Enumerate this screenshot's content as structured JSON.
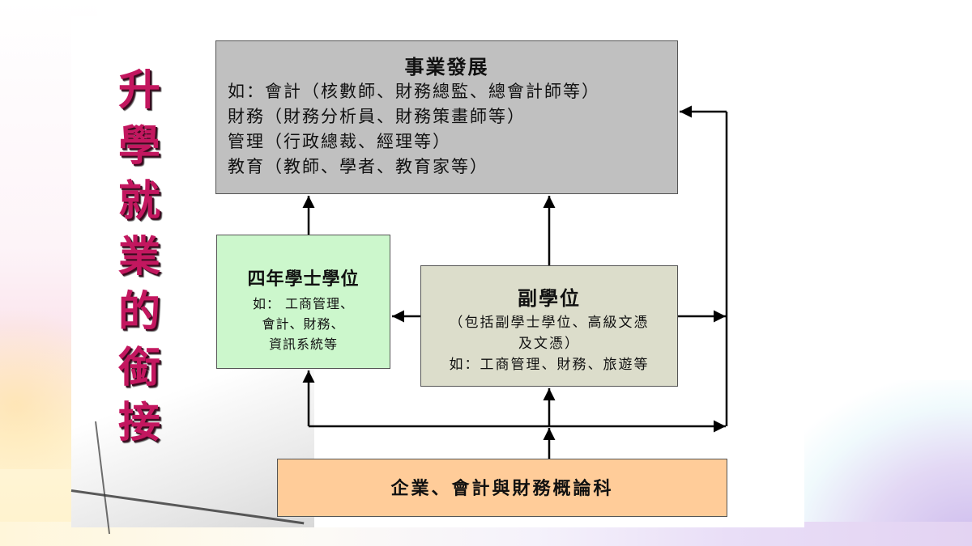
{
  "slide": {
    "vertical_title": [
      "升",
      "學",
      "就",
      "業",
      "的",
      "銜",
      "接"
    ],
    "title_color": "#c3175f"
  },
  "diagram": {
    "career": {
      "title": "事業發展",
      "lines": [
        "如：會計（核數師、財務總監、總會計師等）",
        "財務（財務分析員、財務策畫師等）",
        "管理（行政總裁、經理等）",
        "教育（教師、學者、教育家等）"
      ],
      "fill": "#c0c0c0"
    },
    "bachelor": {
      "title": "四年學士學位",
      "lines": [
        "如： 工商管理、",
        "會計、財務、",
        "資訊系統等"
      ],
      "fill": "#ccf7cc"
    },
    "associate": {
      "title": "副學位",
      "lines": [
        "（包括副學士學位、高級文憑",
        "及文憑）",
        "如：工商管理、財務、旅遊等"
      ],
      "fill": "#dcddcb"
    },
    "subject": {
      "title": "企業、會計與財務概論科",
      "fill": "#ffcc99"
    },
    "edges": [
      {
        "from": "bachelor",
        "to": "career"
      },
      {
        "from": "associate",
        "to": "career"
      },
      {
        "from": "associate",
        "to": "bachelor"
      },
      {
        "from": "associate",
        "to": "career",
        "via": "right-loop"
      },
      {
        "from": "subject",
        "to": "associate"
      },
      {
        "from": "subject",
        "to": "bachelor"
      },
      {
        "from": "subject",
        "to": "career",
        "via": "right-loop"
      }
    ]
  }
}
